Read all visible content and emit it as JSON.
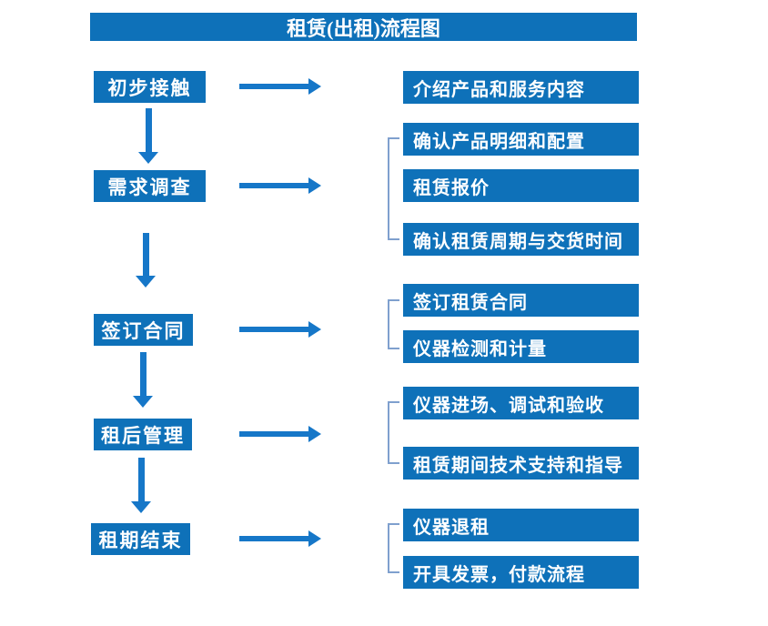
{
  "title": "租赁(出租)流程图",
  "colors": {
    "primary": "#0E71B9",
    "arrow": "#1677C8",
    "bracket": "#7FA0CE",
    "text": "#FFFFFF",
    "background": "#FFFFFF"
  },
  "stages": [
    {
      "label": "初步接触",
      "details": [
        "介绍产品和服务内容"
      ]
    },
    {
      "label": "需求调查",
      "details": [
        "确认产品明细和配置",
        "租赁报价",
        "确认租赁周期与交货时间"
      ]
    },
    {
      "label": "签订合同",
      "details": [
        "签订租赁合同",
        "仪器检测和计量"
      ]
    },
    {
      "label": "租后管理",
      "details": [
        "仪器进场、调试和验收",
        "租赁期间技术支持和指导"
      ]
    },
    {
      "label": "租期结束",
      "details": [
        "仪器退租",
        "开具发票，付款流程"
      ]
    }
  ]
}
